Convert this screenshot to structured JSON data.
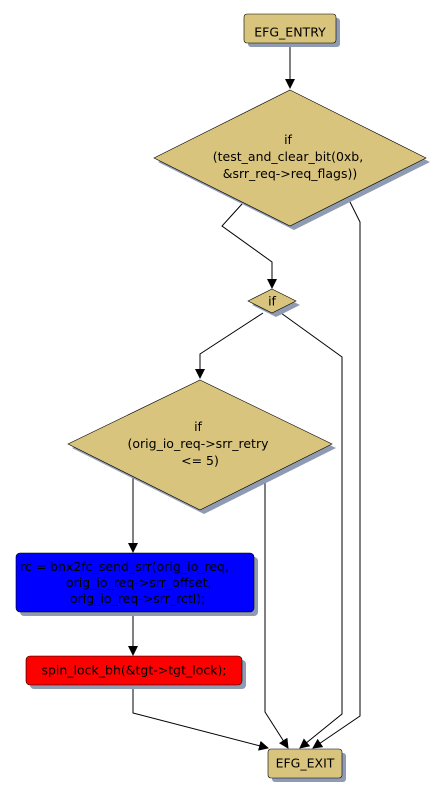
{
  "diagram": {
    "colors": {
      "terminal_fill": "#d8c47d",
      "decision_fill": "#d8c47d",
      "process_blue": "#0000ff",
      "process_red": "#ff0000",
      "shadow": "#8f9bb3",
      "edge": "#000000"
    },
    "nodes": {
      "entry": {
        "label": "EFG_ENTRY"
      },
      "if1": {
        "lines": [
          "if",
          "(test_and_clear_bit(0xb,",
          "&srr_req->req_flags))"
        ]
      },
      "if2": {
        "lines": [
          "if"
        ]
      },
      "if3": {
        "lines": [
          "if",
          "(orig_io_req->srr_retry",
          "<= 5)"
        ]
      },
      "send": {
        "lines": [
          "rc = bnx2fc_send_srr(orig_io_req,",
          "orig_io_req->srr_offset,",
          "orig_io_req->srr_rctl);"
        ]
      },
      "lock": {
        "lines": [
          "spin_lock_bh(&tgt->tgt_lock);"
        ]
      },
      "exit": {
        "label": "EFG_EXIT"
      }
    }
  }
}
